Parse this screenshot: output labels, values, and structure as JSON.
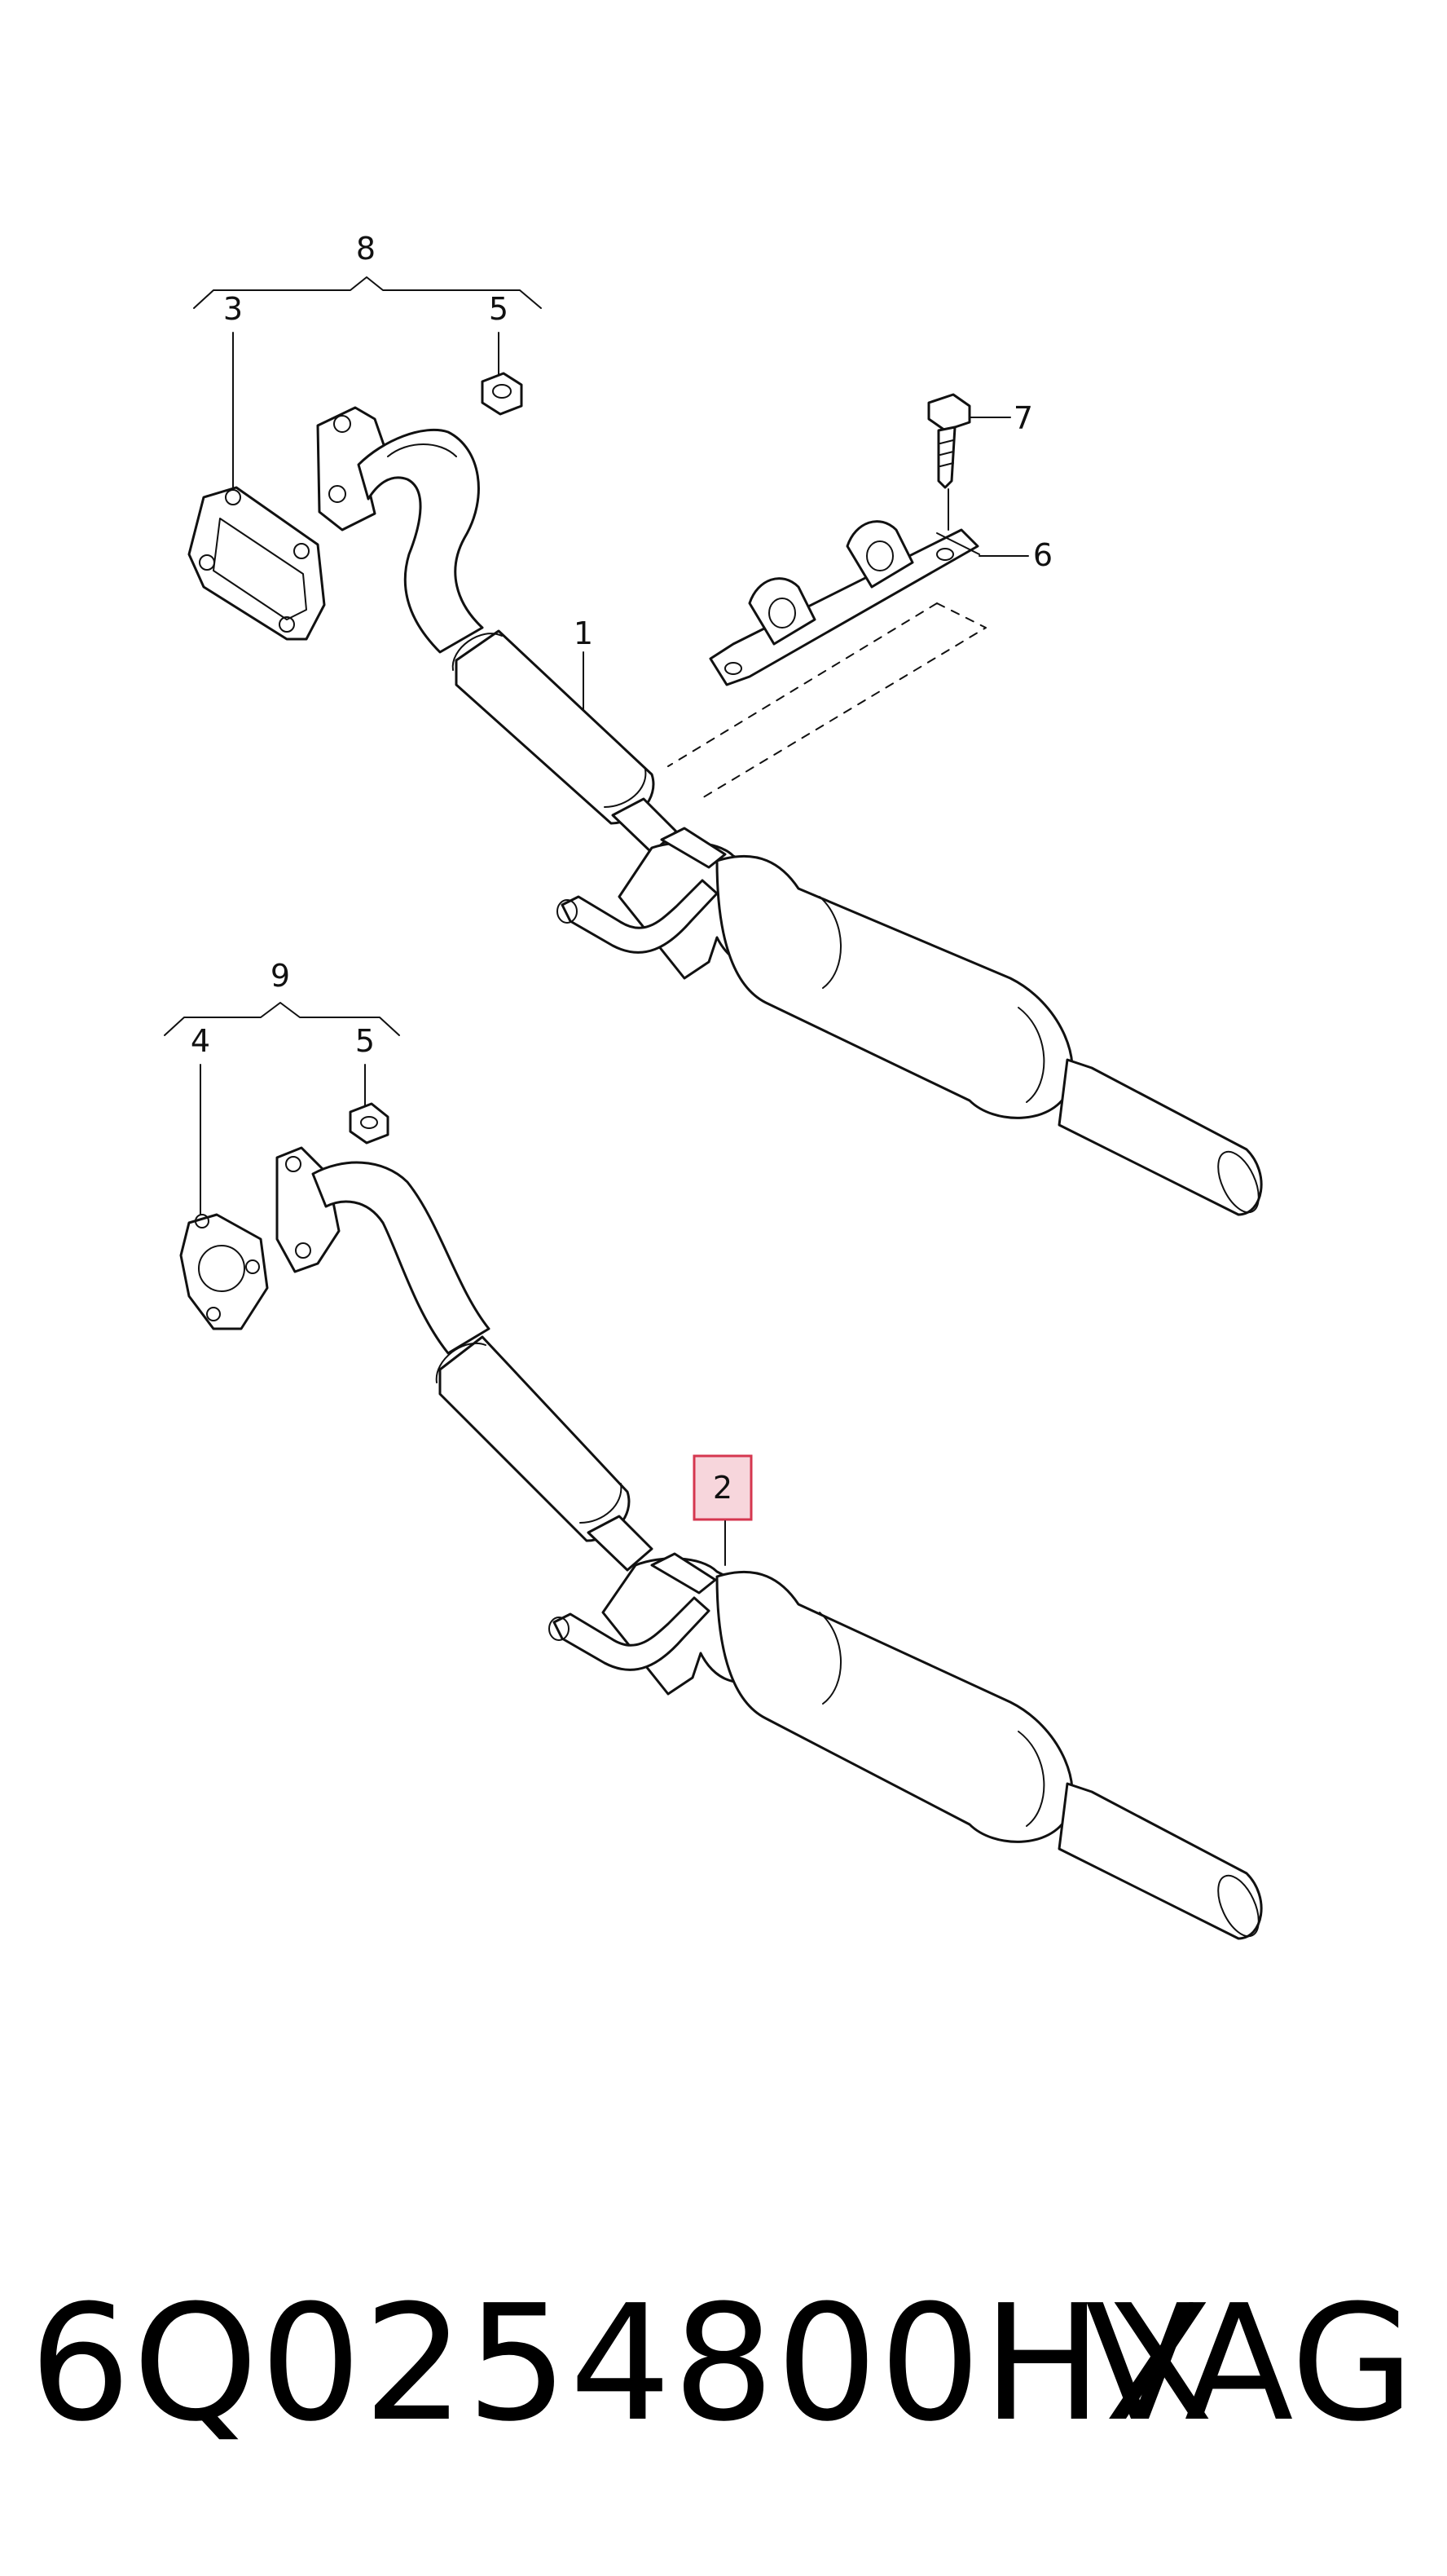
{
  "callouts": {
    "c1": "1",
    "c2": "2",
    "c3": "3",
    "c4": "4",
    "c5a": "5",
    "c5b": "5",
    "c6": "6",
    "c7": "7",
    "c8": "8",
    "c9": "9"
  },
  "highlighted_callout": "2",
  "colors": {
    "line": "#111111",
    "highlight_fill": "#f7d6dc",
    "highlight_stroke": "#d5374f"
  },
  "footer": {
    "part_number": "6Q0254800HX",
    "brand": "VAG"
  }
}
